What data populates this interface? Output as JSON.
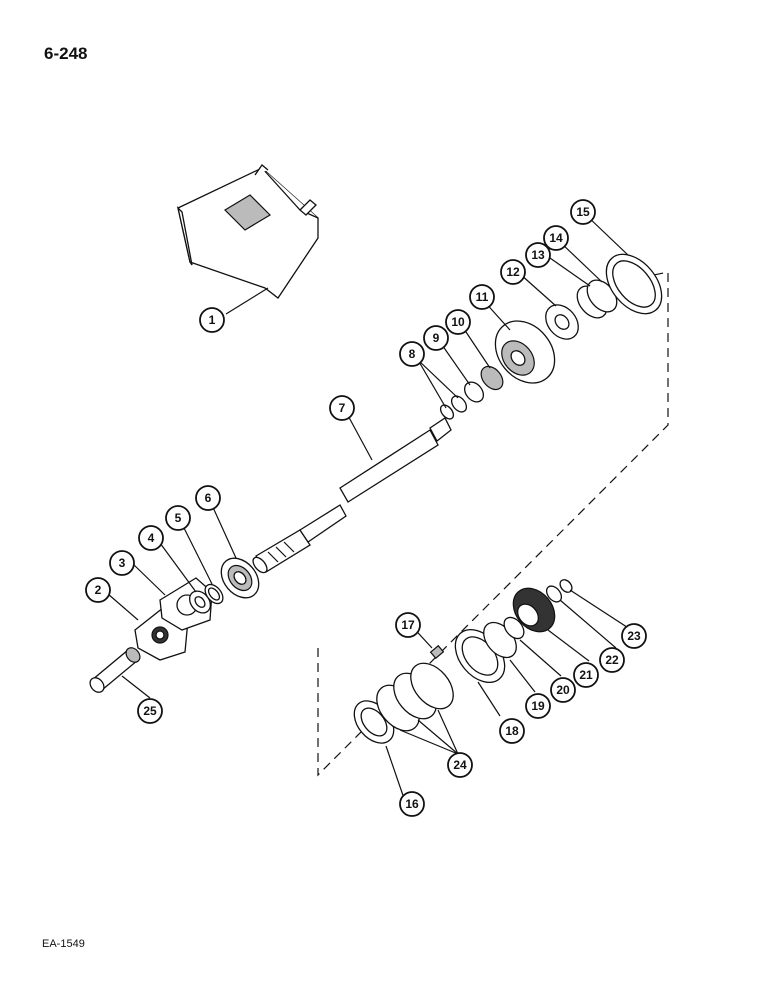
{
  "page_number": "6-248",
  "figure_code": "EA-1549",
  "callouts": [
    {
      "id": "1",
      "label": "1"
    },
    {
      "id": "2",
      "label": "2"
    },
    {
      "id": "3",
      "label": "3"
    },
    {
      "id": "4",
      "label": "4"
    },
    {
      "id": "5",
      "label": "5"
    },
    {
      "id": "6",
      "label": "6"
    },
    {
      "id": "7",
      "label": "7"
    },
    {
      "id": "8",
      "label": "8"
    },
    {
      "id": "9",
      "label": "9"
    },
    {
      "id": "10",
      "label": "10"
    },
    {
      "id": "11",
      "label": "11"
    },
    {
      "id": "12",
      "label": "12"
    },
    {
      "id": "13",
      "label": "13"
    },
    {
      "id": "14",
      "label": "14"
    },
    {
      "id": "15",
      "label": "15"
    },
    {
      "id": "16",
      "label": "16"
    },
    {
      "id": "17",
      "label": "17"
    },
    {
      "id": "18",
      "label": "18"
    },
    {
      "id": "19",
      "label": "19"
    },
    {
      "id": "20",
      "label": "20"
    },
    {
      "id": "21",
      "label": "21"
    },
    {
      "id": "22",
      "label": "22"
    },
    {
      "id": "23",
      "label": "23"
    },
    {
      "id": "24",
      "label": "24"
    },
    {
      "id": "25",
      "label": "25"
    }
  ]
}
